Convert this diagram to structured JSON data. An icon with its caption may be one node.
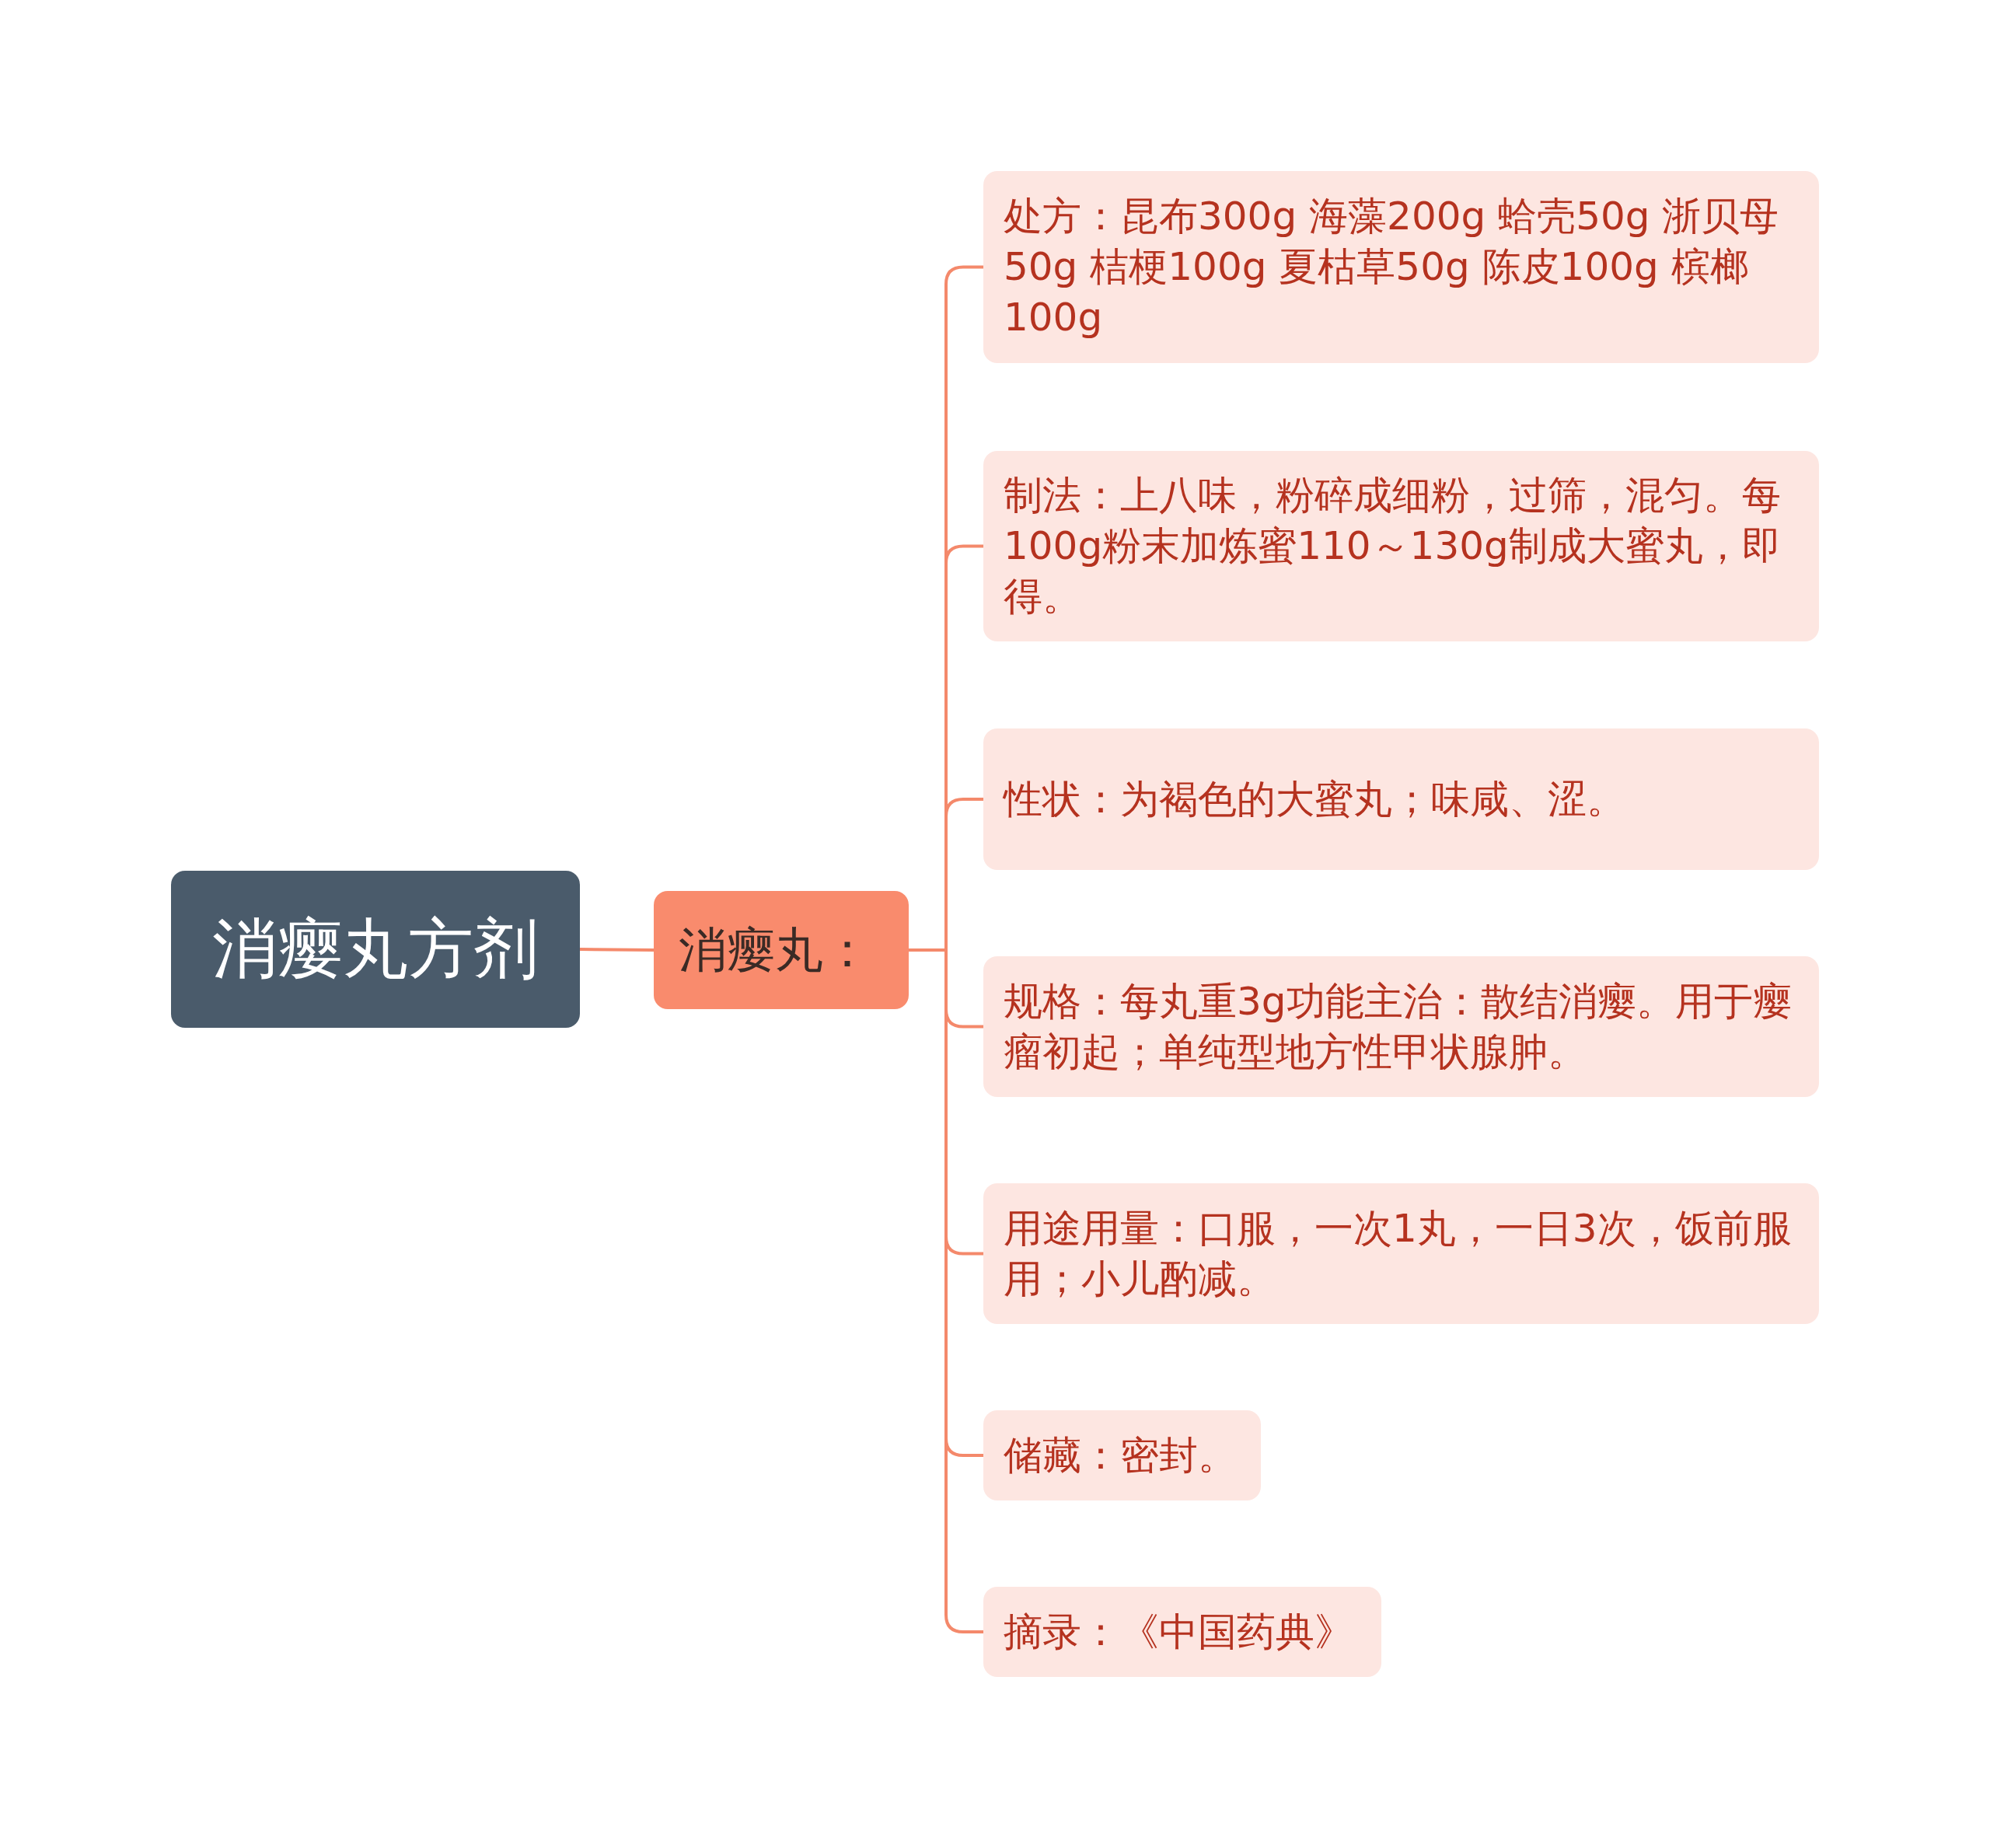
{
  "diagram": {
    "nodes": [
      {
        "text": [
          "消瘿丸方剂"
        ]
      },
      {
        "text": [
          "消瘿丸："
        ]
      },
      {
        "text": [
          "处方：昆布300g 海藻200g 蛤壳50g 浙贝母50g 桔梗100g 夏枯草50g 陈皮100g 槟榔100g"
        ]
      },
      {
        "text": [
          "制法：上八味，粉碎成细粉，过筛，混匀。每100g粉末加炼蜜110～130g制成大蜜丸，即得。"
        ]
      },
      {
        "text": [
          "性状：为褐色的大蜜丸；味咸、涩。"
        ]
      },
      {
        "text": [
          "规格：每丸重3g功能主治：散结消瘿。用于瘿瘤初起；单纯型地方性甲状腺肿。"
        ]
      },
      {
        "text": [
          "用途用量：口服，一次1丸，一日3次，饭前服用；小儿酌减。"
        ]
      },
      {
        "text": [
          "储藏：密封。"
        ]
      },
      {
        "text": [
          "摘录：《中国药典》"
        ]
      }
    ],
    "edges": [
      {
        "from": 0,
        "to": 1,
        "arrow": "none"
      },
      {
        "from": 1,
        "to": 2,
        "arrow": "none"
      },
      {
        "from": 1,
        "to": 3,
        "arrow": "none"
      },
      {
        "from": 1,
        "to": 4,
        "arrow": "none"
      },
      {
        "from": 1,
        "to": 5,
        "arrow": "none"
      },
      {
        "from": 1,
        "to": 6,
        "arrow": "none"
      },
      {
        "from": 1,
        "to": 7,
        "arrow": "none"
      },
      {
        "from": 1,
        "to": 8,
        "arrow": "none"
      }
    ]
  }
}
